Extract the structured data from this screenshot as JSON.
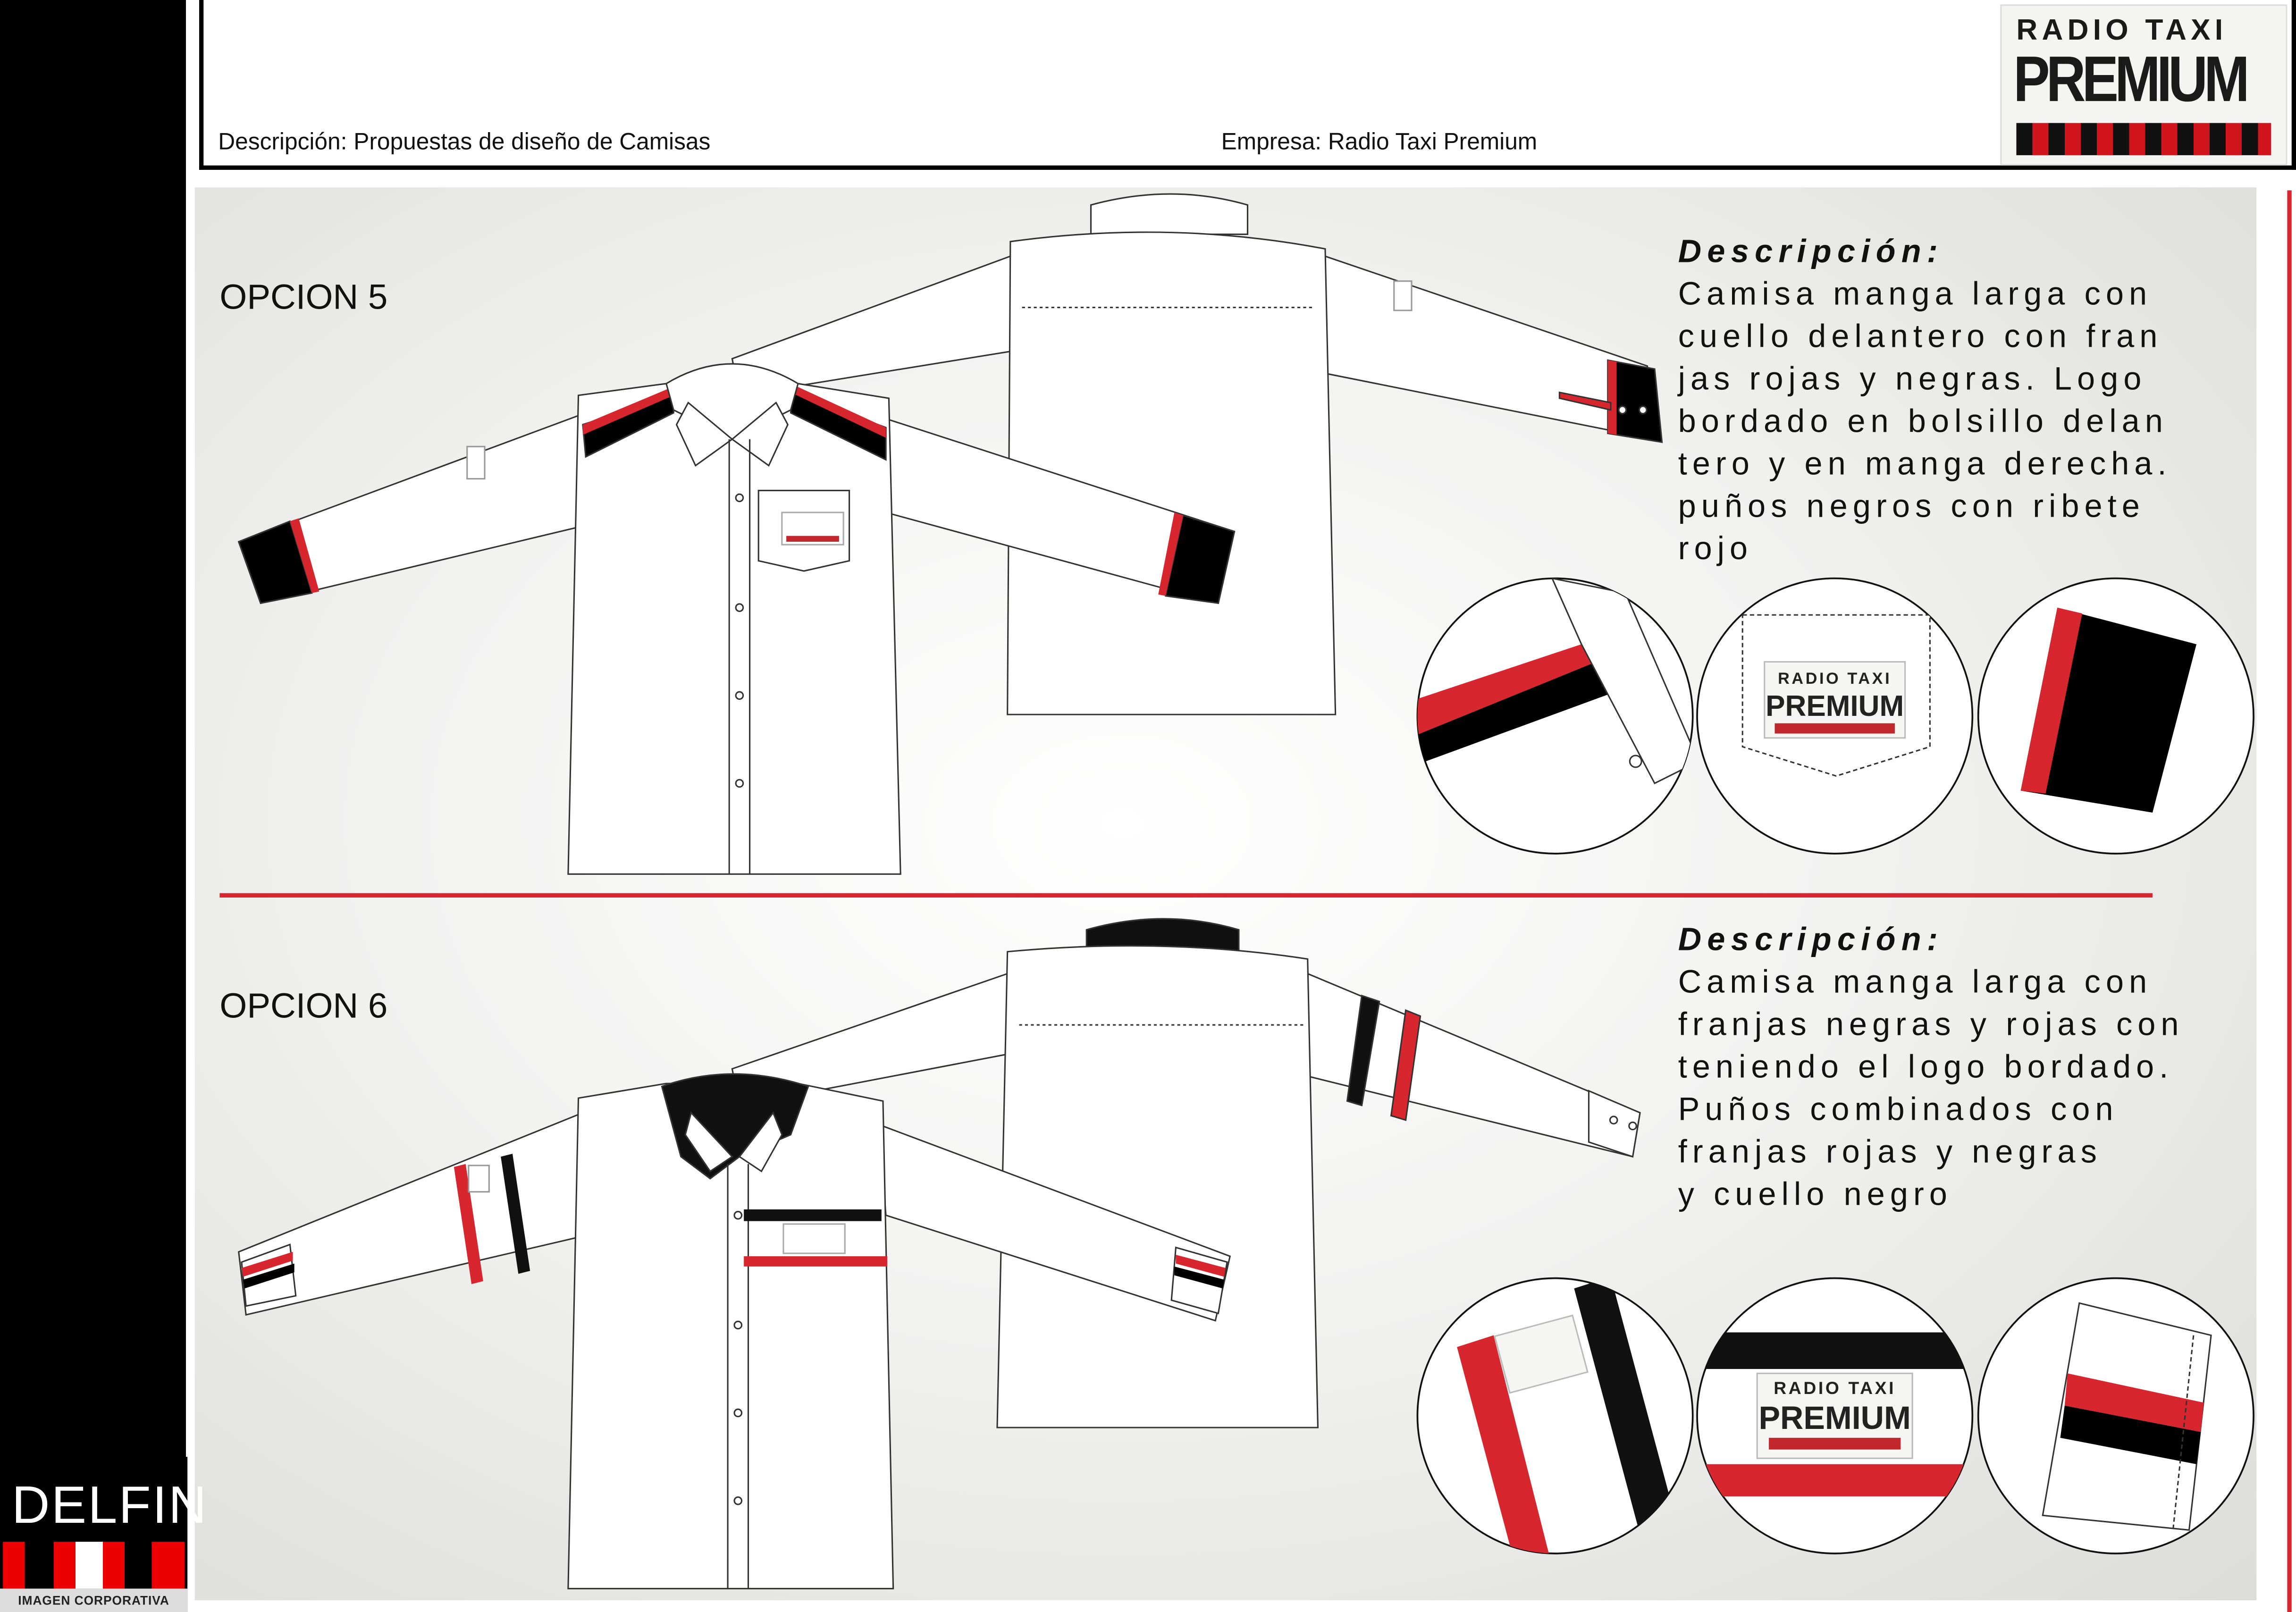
{
  "header": {
    "description": "Descripción: Propuestas de diseño de Camisas",
    "company": "Empresa: Radio Taxi Premium",
    "logo": {
      "line1": "RADIO TAXI",
      "line2": "PREMIUM"
    }
  },
  "options": [
    {
      "title": "OPCION 5",
      "desc_title": "Descripción:",
      "desc_lines": [
        "Camisa manga larga con",
        "cuello delantero con fran",
        "jas rojas y negras. Logo",
        "bordado en bolsillo delan",
        "tero y en manga derecha.",
        "puños negros con ribete",
        "rojo"
      ]
    },
    {
      "title": "OPCION 6",
      "desc_title": "Descripción:",
      "desc_lines": [
        "Camisa manga larga con",
        "franjas negras y rojas con",
        "teniendo el logo bordado.",
        "Puños combinados con",
        "franjas rojas y negras",
        "y cuello negro"
      ]
    }
  ],
  "footer_logo": {
    "name": "DELFIN",
    "tagline": "IMAGEN CORPORATIVA"
  },
  "colors": {
    "accent_red": "#d8262e",
    "black": "#000000"
  }
}
